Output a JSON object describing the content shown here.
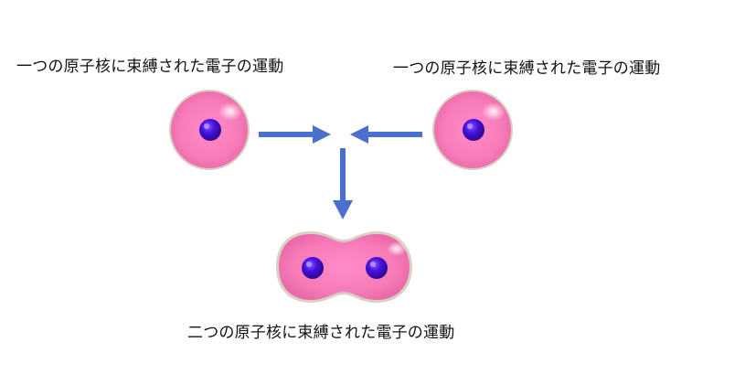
{
  "labels": {
    "left_atom": "一つの原子核に束縛された電子の運動",
    "right_atom": "一つの原子核に束縛された電子の運動",
    "molecule": "二つの原子核に束縛された電子の運動"
  },
  "colors": {
    "electron_cloud": "#f77bb8",
    "electron_cloud_edge": "#d9cfc3",
    "nucleus": "#4a10e0",
    "arrow": "#4a6fcc",
    "text": "#111111"
  }
}
